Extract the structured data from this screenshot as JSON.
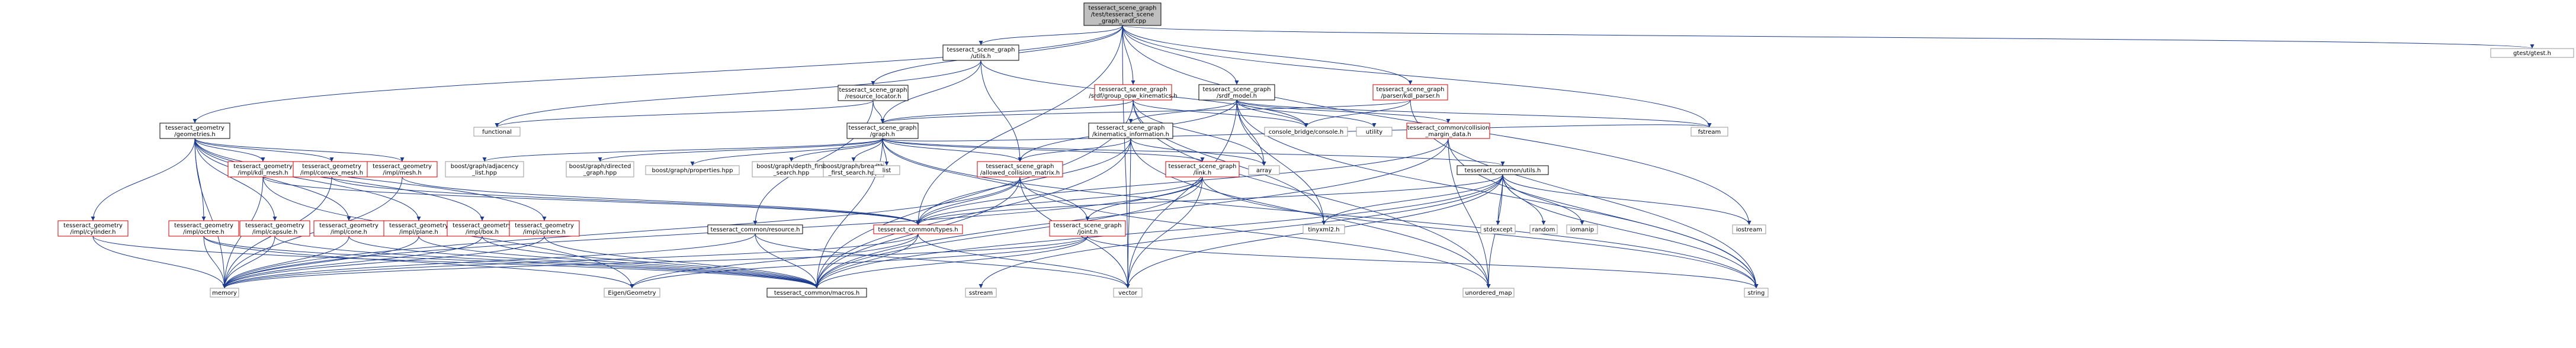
{
  "colors": {
    "edge": "#1b3a8c",
    "border_red": "#cc0000",
    "border_gray": "#999999",
    "border_black": "#000000",
    "fill_root": "#bfbfbf",
    "fill_normal": "#ffffff"
  },
  "nodes": [
    {
      "id": "root",
      "style": "root",
      "lines": [
        "tesseract_scene_graph",
        "/test/tesseract_scene",
        "_graph_urdf.cpp"
      ]
    },
    {
      "id": "utils_h",
      "style": "black",
      "lines": [
        "tesseract_scene_graph",
        "/utils.h"
      ]
    },
    {
      "id": "gtest",
      "style": "gray",
      "lines": [
        "gtest/gtest.h"
      ]
    },
    {
      "id": "srdf_group",
      "style": "red",
      "lines": [
        "tesseract_scene_graph",
        "/srdf/group_opw_kinematics.h"
      ]
    },
    {
      "id": "srdf_model",
      "style": "black",
      "lines": [
        "tesseract_scene_graph",
        "/srdf_model.h"
      ]
    },
    {
      "id": "kdl_parser",
      "style": "red",
      "lines": [
        "tesseract_scene_graph",
        "/parser/kdl_parser.h"
      ]
    },
    {
      "id": "res_locator",
      "style": "black",
      "lines": [
        "tesseract_scene_graph",
        "/resource_locator.h"
      ]
    },
    {
      "id": "geometries",
      "style": "black",
      "lines": [
        "tesseract_geometry",
        "/geometries.h"
      ]
    },
    {
      "id": "functional",
      "style": "gray",
      "lines": [
        "functional"
      ]
    },
    {
      "id": "graph_h",
      "style": "black",
      "lines": [
        "tesseract_scene_graph",
        "/graph.h"
      ]
    },
    {
      "id": "kin_info",
      "style": "black",
      "lines": [
        "tesseract_scene_graph",
        "/kinematics_information.h"
      ]
    },
    {
      "id": "console",
      "style": "gray",
      "lines": [
        "console_bridge/console.h"
      ]
    },
    {
      "id": "utility",
      "style": "gray",
      "lines": [
        "utility"
      ]
    },
    {
      "id": "coll_margin",
      "style": "red",
      "lines": [
        "tesseract_common/collision",
        "_margin_data.h"
      ]
    },
    {
      "id": "fstream",
      "style": "gray",
      "lines": [
        "fstream"
      ]
    },
    {
      "id": "kdl_h",
      "style": "red",
      "lines": [
        "tesseract_geometry",
        "/impl/kdl_mesh.h"
      ]
    },
    {
      "id": "convex",
      "style": "red",
      "lines": [
        "tesseract_geometry",
        "/impl/convex_mesh.h"
      ]
    },
    {
      "id": "mesh",
      "style": "red",
      "lines": [
        "tesseract_geometry",
        "/impl/mesh.h"
      ]
    },
    {
      "id": "adjacency",
      "style": "gray",
      "lines": [
        "boost/graph/adjacency",
        "_list.hpp"
      ]
    },
    {
      "id": "directed",
      "style": "gray",
      "lines": [
        "boost/graph/directed",
        "_graph.hpp"
      ]
    },
    {
      "id": "properties",
      "style": "gray",
      "lines": [
        "boost/graph/properties.hpp"
      ]
    },
    {
      "id": "dfs",
      "style": "gray",
      "lines": [
        "boost/graph/depth_first",
        "_search.hpp"
      ]
    },
    {
      "id": "bfs",
      "style": "gray",
      "lines": [
        "boost/graph/breadth",
        "_first_search.hpp"
      ]
    },
    {
      "id": "list",
      "style": "gray",
      "lines": [
        "list"
      ]
    },
    {
      "id": "allowed_coll",
      "style": "red",
      "lines": [
        "tesseract_scene_graph",
        "/allowed_collision_matrix.h"
      ]
    },
    {
      "id": "link_h",
      "style": "red",
      "lines": [
        "tesseract_scene_graph",
        "/link.h"
      ]
    },
    {
      "id": "array",
      "style": "gray",
      "lines": [
        "array"
      ]
    },
    {
      "id": "common_utils",
      "style": "black",
      "lines": [
        "tesseract_common/utils.h"
      ]
    },
    {
      "id": "cylinder",
      "style": "red",
      "lines": [
        "tesseract_geometry",
        "/impl/cylinder.h"
      ]
    },
    {
      "id": "octree",
      "style": "red",
      "lines": [
        "tesseract_geometry",
        "/impl/octree.h"
      ]
    },
    {
      "id": "capsule",
      "style": "red",
      "lines": [
        "tesseract_geometry",
        "/impl/capsule.h"
      ]
    },
    {
      "id": "cone",
      "style": "red",
      "lines": [
        "tesseract_geometry",
        "/impl/cone.h"
      ]
    },
    {
      "id": "plane",
      "style": "red",
      "lines": [
        "tesseract_geometry",
        "/impl/plane.h"
      ]
    },
    {
      "id": "box",
      "style": "red",
      "lines": [
        "tesseract_geometry",
        "/impl/box.h"
      ]
    },
    {
      "id": "sphere",
      "style": "red",
      "lines": [
        "tesseract_geometry",
        "/impl/sphere.h"
      ]
    },
    {
      "id": "common_resource",
      "style": "black",
      "lines": [
        "tesseract_common/resource.h"
      ]
    },
    {
      "id": "common_types",
      "style": "red",
      "lines": [
        "tesseract_common/types.h"
      ]
    },
    {
      "id": "joint_h",
      "style": "red",
      "lines": [
        "tesseract_scene_graph",
        "/joint.h"
      ]
    },
    {
      "id": "tinyxml",
      "style": "gray",
      "lines": [
        "tinyxml2.h"
      ]
    },
    {
      "id": "stdexcept",
      "style": "gray",
      "lines": [
        "stdexcept"
      ]
    },
    {
      "id": "random",
      "style": "gray",
      "lines": [
        "random"
      ]
    },
    {
      "id": "iomanip",
      "style": "gray",
      "lines": [
        "iomanip"
      ]
    },
    {
      "id": "iostream",
      "style": "gray",
      "lines": [
        "iostream"
      ]
    },
    {
      "id": "memory",
      "style": "gray",
      "lines": [
        "memory"
      ]
    },
    {
      "id": "eigen",
      "style": "gray",
      "lines": [
        "Eigen/Geometry"
      ]
    },
    {
      "id": "macros",
      "style": "black",
      "lines": [
        "tesseract_common/macros.h"
      ]
    },
    {
      "id": "sstream",
      "style": "gray",
      "lines": [
        "sstream"
      ]
    },
    {
      "id": "vector",
      "style": "gray",
      "lines": [
        "vector"
      ]
    },
    {
      "id": "unordered_map",
      "style": "gray",
      "lines": [
        "unordered_map"
      ]
    },
    {
      "id": "string",
      "style": "gray",
      "lines": [
        "string"
      ]
    }
  ],
  "edges": [
    [
      "root",
      "utils_h"
    ],
    [
      "root",
      "gtest"
    ],
    [
      "root",
      "srdf_group"
    ],
    [
      "root",
      "srdf_model"
    ],
    [
      "root",
      "kdl_parser"
    ],
    [
      "root",
      "res_locator"
    ],
    [
      "root",
      "geometries"
    ],
    [
      "root",
      "fstream"
    ],
    [
      "root",
      "iostream"
    ],
    [
      "root",
      "common_types"
    ],
    [
      "root",
      "vector"
    ],
    [
      "utils_h",
      "graph_h"
    ],
    [
      "utils_h",
      "functional"
    ],
    [
      "utils_h",
      "allowed_coll"
    ],
    [
      "utils_h",
      "console"
    ],
    [
      "srdf_group",
      "graph_h"
    ],
    [
      "srdf_group",
      "macros"
    ],
    [
      "srdf_group",
      "unordered_map"
    ],
    [
      "srdf_group",
      "array"
    ],
    [
      "srdf_group",
      "tinyxml"
    ],
    [
      "srdf_group",
      "console"
    ],
    [
      "srdf_model",
      "kin_info"
    ],
    [
      "srdf_model",
      "coll_margin"
    ],
    [
      "srdf_model",
      "console"
    ],
    [
      "srdf_model",
      "utility"
    ],
    [
      "srdf_model",
      "array"
    ],
    [
      "srdf_model",
      "fstream"
    ],
    [
      "srdf_model",
      "string"
    ],
    [
      "srdf_model",
      "tinyxml"
    ],
    [
      "srdf_model",
      "allowed_coll"
    ],
    [
      "srdf_model",
      "vector"
    ],
    [
      "kdl_parser",
      "graph_h"
    ],
    [
      "kdl_parser",
      "console"
    ],
    [
      "kdl_parser",
      "string"
    ],
    [
      "res_locator",
      "functional"
    ],
    [
      "res_locator",
      "graph_h"
    ],
    [
      "res_locator",
      "common_resource"
    ],
    [
      "geometries",
      "kdl_h"
    ],
    [
      "geometries",
      "convex"
    ],
    [
      "geometries",
      "mesh"
    ],
    [
      "geometries",
      "cylinder"
    ],
    [
      "geometries",
      "octree"
    ],
    [
      "geometries",
      "capsule"
    ],
    [
      "geometries",
      "cone"
    ],
    [
      "geometries",
      "plane"
    ],
    [
      "geometries",
      "box"
    ],
    [
      "geometries",
      "sphere"
    ],
    [
      "geometries",
      "memory"
    ],
    [
      "graph_h",
      "adjacency"
    ],
    [
      "graph_h",
      "directed"
    ],
    [
      "graph_h",
      "properties"
    ],
    [
      "graph_h",
      "dfs"
    ],
    [
      "graph_h",
      "bfs"
    ],
    [
      "graph_h",
      "list"
    ],
    [
      "graph_h",
      "allowed_coll"
    ],
    [
      "graph_h",
      "link_h"
    ],
    [
      "graph_h",
      "joint_h"
    ],
    [
      "graph_h",
      "common_utils"
    ],
    [
      "graph_h",
      "macros"
    ],
    [
      "graph_h",
      "string"
    ],
    [
      "graph_h",
      "fstream"
    ],
    [
      "kin_info",
      "allowed_coll"
    ],
    [
      "kin_info",
      "common_types"
    ],
    [
      "kin_info",
      "array"
    ],
    [
      "kin_info",
      "unordered_map"
    ],
    [
      "kin_info",
      "vector"
    ],
    [
      "kin_info",
      "macros"
    ],
    [
      "coll_margin",
      "common_types"
    ],
    [
      "coll_margin",
      "unordered_map"
    ],
    [
      "coll_margin",
      "string"
    ],
    [
      "coll_margin",
      "macros"
    ],
    [
      "kdl_h",
      "common_types"
    ],
    [
      "kdl_h",
      "memory"
    ],
    [
      "kdl_h",
      "eigen"
    ],
    [
      "convex",
      "common_types"
    ],
    [
      "convex",
      "memory"
    ],
    [
      "mesh",
      "common_types"
    ],
    [
      "mesh",
      "memory"
    ],
    [
      "allowed_coll",
      "common_types"
    ],
    [
      "allowed_coll",
      "unordered_map"
    ],
    [
      "allowed_coll",
      "vector"
    ],
    [
      "allowed_coll",
      "memory"
    ],
    [
      "allowed_coll",
      "macros"
    ],
    [
      "link_h",
      "joint_h"
    ],
    [
      "link_h",
      "common_types"
    ],
    [
      "link_h",
      "string"
    ],
    [
      "link_h",
      "vector"
    ],
    [
      "link_h",
      "memory"
    ],
    [
      "link_h",
      "macros"
    ],
    [
      "common_utils",
      "tinyxml"
    ],
    [
      "common_utils",
      "stdexcept"
    ],
    [
      "common_utils",
      "random"
    ],
    [
      "common_utils",
      "iomanip"
    ],
    [
      "common_utils",
      "iostream"
    ],
    [
      "common_utils",
      "sstream"
    ],
    [
      "common_utils",
      "vector"
    ],
    [
      "common_utils",
      "unordered_map"
    ],
    [
      "common_utils",
      "string"
    ],
    [
      "common_utils",
      "macros"
    ],
    [
      "common_utils",
      "common_types"
    ],
    [
      "cylinder",
      "memory"
    ],
    [
      "cylinder",
      "macros"
    ],
    [
      "octree",
      "memory"
    ],
    [
      "octree",
      "eigen"
    ],
    [
      "octree",
      "macros"
    ],
    [
      "capsule",
      "memory"
    ],
    [
      "capsule",
      "macros"
    ],
    [
      "cone",
      "memory"
    ],
    [
      "cone",
      "macros"
    ],
    [
      "plane",
      "memory"
    ],
    [
      "plane",
      "macros"
    ],
    [
      "box",
      "memory"
    ],
    [
      "box",
      "macros"
    ],
    [
      "sphere",
      "memory"
    ],
    [
      "sphere",
      "macros"
    ],
    [
      "common_resource",
      "macros"
    ],
    [
      "common_resource",
      "vector"
    ],
    [
      "common_resource",
      "memory"
    ],
    [
      "common_types",
      "eigen"
    ],
    [
      "common_types",
      "macros"
    ],
    [
      "common_types",
      "vector"
    ],
    [
      "common_types",
      "memory"
    ],
    [
      "joint_h",
      "string"
    ],
    [
      "joint_h",
      "memory"
    ],
    [
      "joint_h",
      "eigen"
    ],
    [
      "joint_h",
      "macros"
    ]
  ]
}
